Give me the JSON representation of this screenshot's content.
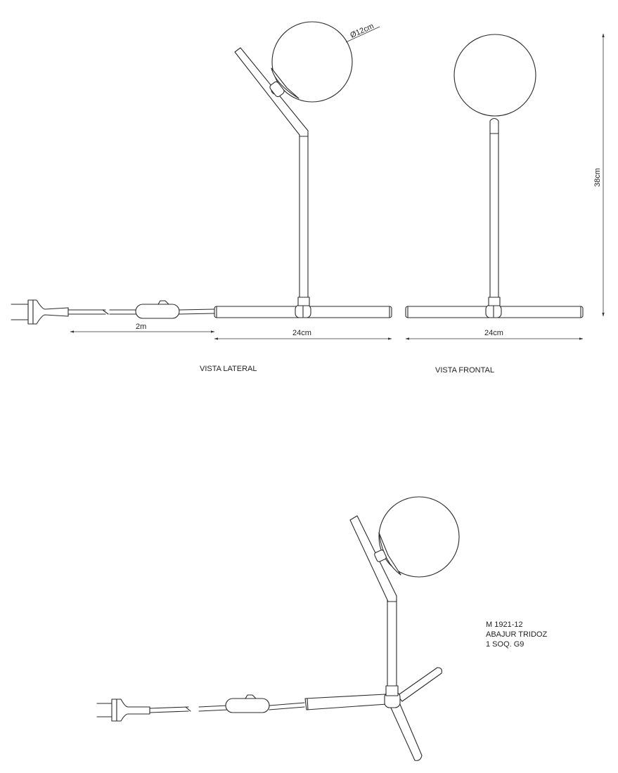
{
  "dimensions": {
    "globe_diameter": "Ø12cm",
    "cable_length": "2m",
    "base_width_side": "24cm",
    "base_width_front": "24cm",
    "height": "38cm"
  },
  "views": {
    "side_caption": "VISTA LATERAL",
    "front_caption": "VISTA FRONTAL"
  },
  "product": {
    "code": "M 1921-12",
    "name": "ABAJUR TRIDOZ",
    "socket": "1 SOQ. G9"
  }
}
